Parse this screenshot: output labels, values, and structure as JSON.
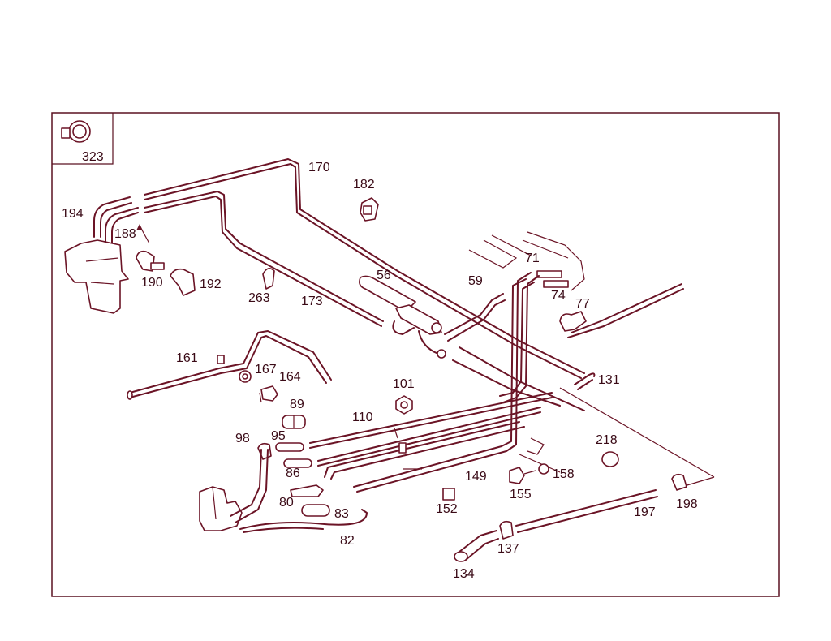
{
  "diagram": {
    "inset_label": "323",
    "labels": [
      {
        "id": "170",
        "text": "170"
      },
      {
        "id": "182",
        "text": "182"
      },
      {
        "id": "194",
        "text": "194"
      },
      {
        "id": "188",
        "text": "188"
      },
      {
        "id": "190",
        "text": "190"
      },
      {
        "id": "192",
        "text": "192"
      },
      {
        "id": "263",
        "text": "263"
      },
      {
        "id": "173",
        "text": "173"
      },
      {
        "id": "56",
        "text": "56"
      },
      {
        "id": "59",
        "text": "59"
      },
      {
        "id": "71",
        "text": "71"
      },
      {
        "id": "74",
        "text": "74"
      },
      {
        "id": "77",
        "text": "77"
      },
      {
        "id": "161",
        "text": "161"
      },
      {
        "id": "167",
        "text": "167"
      },
      {
        "id": "164",
        "text": "164"
      },
      {
        "id": "101",
        "text": "101"
      },
      {
        "id": "131",
        "text": "131"
      },
      {
        "id": "89",
        "text": "89"
      },
      {
        "id": "110",
        "text": "110"
      },
      {
        "id": "98",
        "text": "98"
      },
      {
        "id": "95",
        "text": "95"
      },
      {
        "id": "86",
        "text": "86"
      },
      {
        "id": "218",
        "text": "218"
      },
      {
        "id": "149",
        "text": "149"
      },
      {
        "id": "158",
        "text": "158"
      },
      {
        "id": "155",
        "text": "155"
      },
      {
        "id": "80",
        "text": "80"
      },
      {
        "id": "83",
        "text": "83"
      },
      {
        "id": "152",
        "text": "152"
      },
      {
        "id": "197",
        "text": "197"
      },
      {
        "id": "198",
        "text": "198"
      },
      {
        "id": "82",
        "text": "82"
      },
      {
        "id": "137",
        "text": "137"
      },
      {
        "id": "134",
        "text": "134"
      }
    ]
  }
}
